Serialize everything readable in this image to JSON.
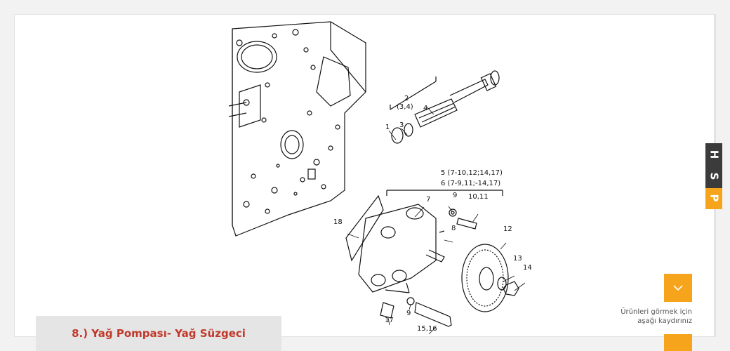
{
  "diagram": {
    "labels": {
      "l1": "1",
      "l2": "2",
      "l2sub": "(3,4)",
      "l3": "3",
      "l4": "4",
      "l5": "5 (7-10,12;14,17)",
      "l6": "6 (7-9,11;-14,17)",
      "l7": "7",
      "l8": "8",
      "l9a": "9",
      "l9b": "9",
      "l1011": "10,11",
      "l12": "12",
      "l13": "13",
      "l14": "14",
      "l1516": "15,16",
      "l17": "17",
      "l18": "18"
    }
  },
  "caption": {
    "text": "8.) Yağ Pompası- Yağ Süzgeci"
  },
  "scroll_hint": {
    "line1": "Ürünleri görmek için",
    "line2": "aşağı kaydırınız"
  },
  "badge": {
    "letters": [
      "H",
      "S",
      "P"
    ]
  },
  "colors": {
    "accent": "#f5a41c",
    "caption_text": "#c0392b",
    "badge_dark": "#3b3b3b"
  }
}
